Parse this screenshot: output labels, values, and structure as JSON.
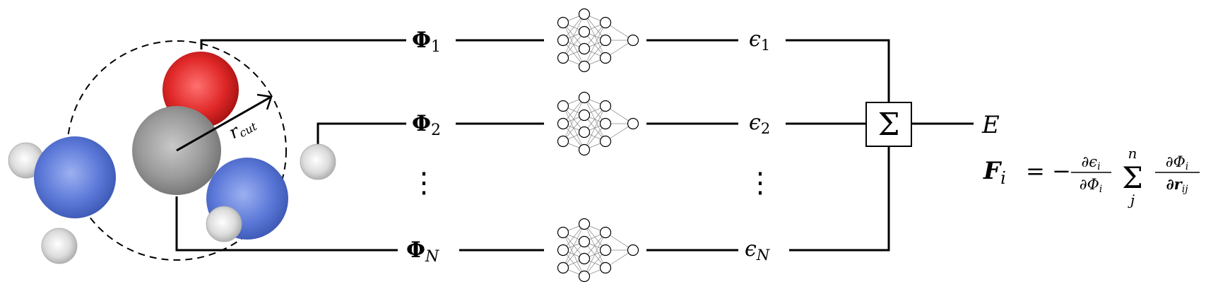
{
  "molecule": {
    "cutoff_label": "r",
    "cutoff_sub": "cut",
    "colors": {
      "oxygen": "#e03030",
      "carbon": "#9a9a9a",
      "nitrogen": "#5b78d8",
      "hydrogen": "#d8d8d8"
    }
  },
  "rows": [
    {
      "phi": "Φ",
      "phi_sub": "1",
      "eps": "ϵ",
      "eps_sub": "1"
    },
    {
      "phi": "Φ",
      "phi_sub": "2",
      "eps": "ϵ",
      "eps_sub": "2"
    },
    {
      "phi": "Φ",
      "phi_sub": "N",
      "eps": "ϵ",
      "eps_sub": "N"
    }
  ],
  "dots": "⋮",
  "sum_symbol": "Σ",
  "energy_label": "E",
  "force": {
    "F": "F",
    "i": "i",
    "eq": "= −",
    "frac1_num": "∂ϵ",
    "frac1_num_sub": "i",
    "frac1_den": "∂Φ",
    "frac1_den_sub": "i",
    "sum": "Σ",
    "sum_top": "n",
    "sum_bottom": "j",
    "frac2_num": "∂Φ",
    "frac2_num_sub": "i",
    "frac2_den": "∂r",
    "frac2_den_sub": "ij"
  }
}
